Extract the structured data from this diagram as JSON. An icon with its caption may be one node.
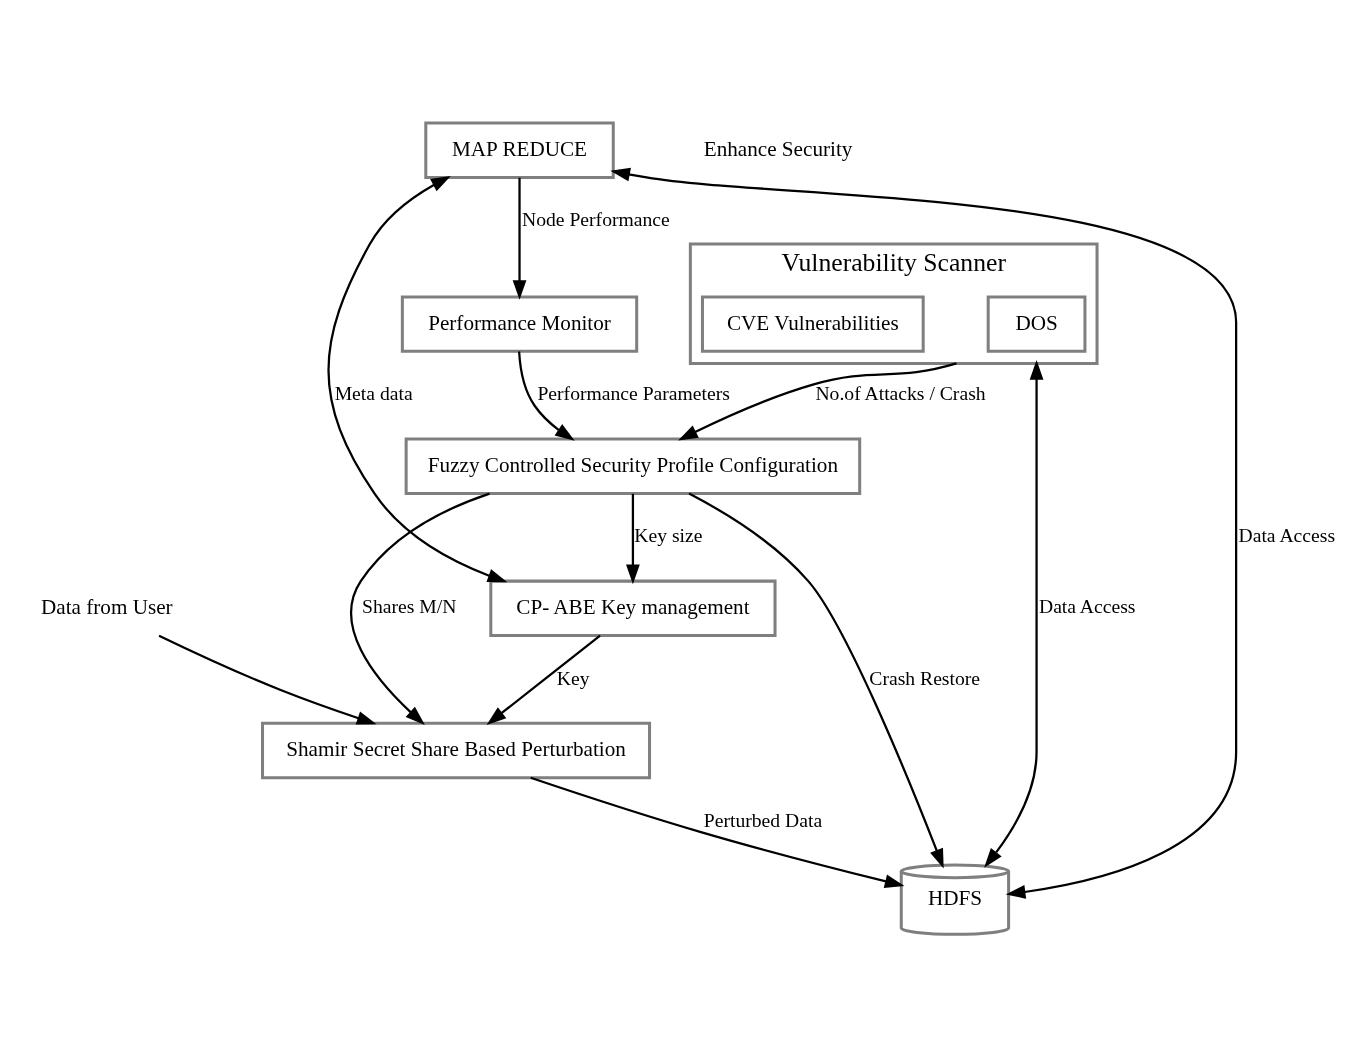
{
  "diagram": {
    "nodes": [
      {
        "text": [
          "Data from User"
        ]
      },
      {
        "text": [
          "Shamir Secret Share Based Perturbation"
        ]
      },
      {
        "text": [
          "HDFS"
        ]
      },
      {
        "text": [
          "CP- ABE Key management"
        ]
      },
      {
        "text": [
          "Vulnerability Scanner"
        ]
      },
      {
        "text": [
          "DOS"
        ],
        "in": 4
      },
      {
        "text": [
          "CVE Vulnerabilities"
        ],
        "in": 4
      },
      {
        "text": [
          "MAP REDUCE"
        ]
      },
      {
        "text": [
          "Performance Monitor"
        ]
      },
      {
        "text": [
          "Fuzzy Controlled Security Profile Configuration"
        ]
      }
    ],
    "edges": [
      {
        "from": 0,
        "to": 1,
        "arrow": "to"
      },
      {
        "from": 1,
        "to": 2,
        "arrow": "to",
        "label": "Perturbed Data"
      },
      {
        "from": 3,
        "to": 1,
        "arrow": "to",
        "label": "Key"
      },
      {
        "from": 9,
        "to": 1,
        "arrow": "to",
        "label": "Shares M/N"
      },
      {
        "from": 9,
        "to": 2,
        "arrow": "to",
        "label": "Crash Restore"
      },
      {
        "from": 4,
        "to": 2,
        "arrow": "both",
        "label": "Data Access"
      },
      {
        "from": 7,
        "to": 2,
        "arrow": "both",
        "label": "Data Access"
      },
      {
        "from": 7,
        "to": 3,
        "arrow": "both",
        "label": "Meta data"
      },
      {
        "from": 7,
        "to": 8,
        "arrow": "to",
        "label": "Node Performance"
      },
      {
        "from": 4,
        "to": 9,
        "arrow": "to",
        "label": "No.of Attacks / Crash"
      },
      {
        "from": 8,
        "to": 9,
        "arrow": "to",
        "label": "Performance Parameters"
      },
      {
        "from": 9,
        "to": 3,
        "arrow": "to",
        "label": "Key size"
      }
    ],
    "labels": [
      "Enhance Security"
    ]
  }
}
